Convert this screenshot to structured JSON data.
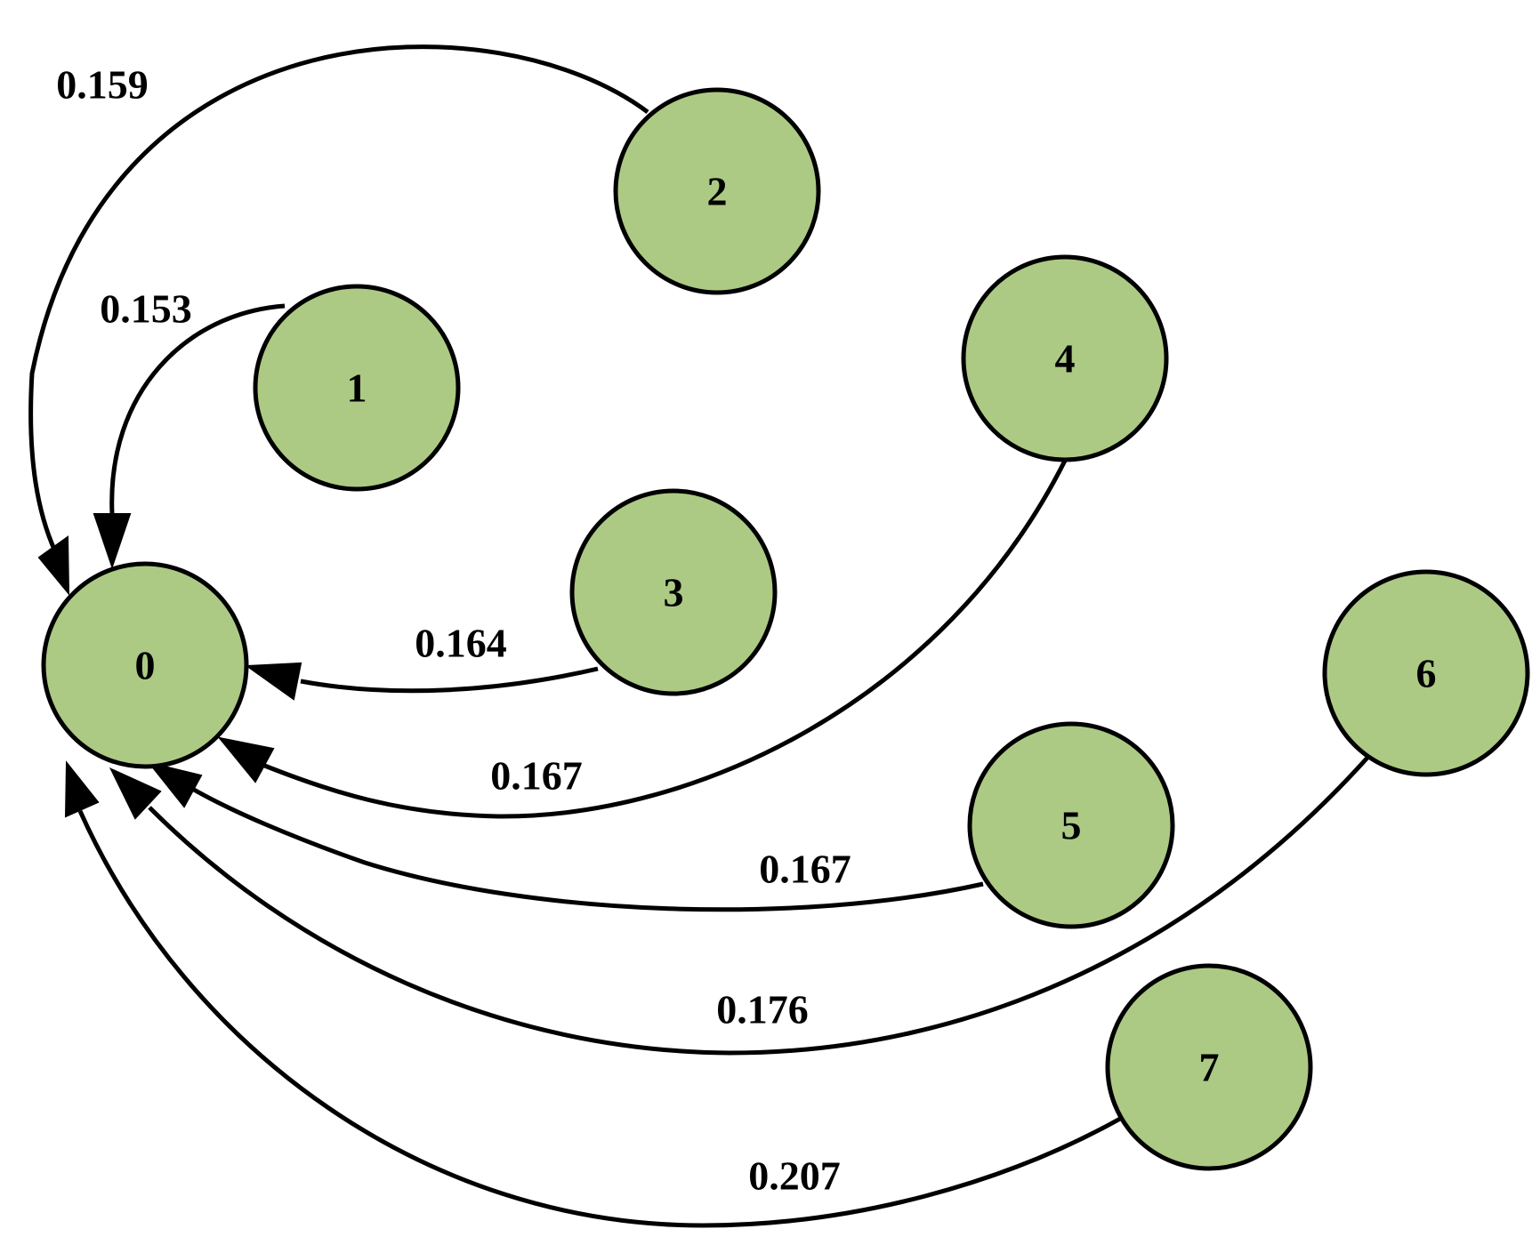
{
  "colors": {
    "node_fill": "#acca84",
    "stroke": "#000000",
    "background": "#ffffff"
  },
  "nodes": [
    {
      "id": "0",
      "label": "0"
    },
    {
      "id": "1",
      "label": "1"
    },
    {
      "id": "2",
      "label": "2"
    },
    {
      "id": "3",
      "label": "3"
    },
    {
      "id": "4",
      "label": "4"
    },
    {
      "id": "5",
      "label": "5"
    },
    {
      "id": "6",
      "label": "6"
    },
    {
      "id": "7",
      "label": "7"
    }
  ],
  "edges": [
    {
      "from": "2",
      "to": "0",
      "label": "0.159"
    },
    {
      "from": "1",
      "to": "0",
      "label": "0.153"
    },
    {
      "from": "3",
      "to": "0",
      "label": "0.164"
    },
    {
      "from": "4",
      "to": "0",
      "label": "0.167"
    },
    {
      "from": "5",
      "to": "0",
      "label": "0.167"
    },
    {
      "from": "6",
      "to": "0",
      "label": "0.176"
    },
    {
      "from": "7",
      "to": "0",
      "label": "0.207"
    }
  ]
}
